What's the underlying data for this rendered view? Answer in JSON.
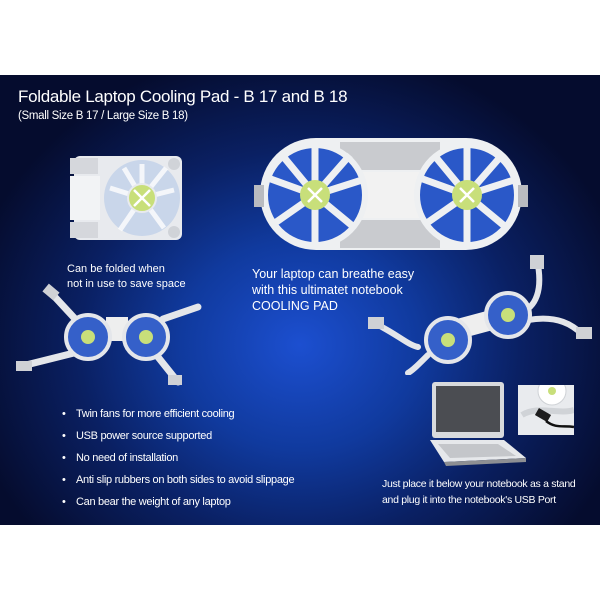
{
  "header": {
    "title": "Foldable Laptop Cooling Pad - B 17 and B 18",
    "subtitle": "(Small Size B 17 / Large Size B 18)"
  },
  "captions": {
    "folded_line1": "Can be folded when",
    "folded_line2": "not in use to save space",
    "breathe_line1": "Your laptop can breathe easy",
    "breathe_line2": "with this ultimatet notebook",
    "breathe_line3": "COOLING PAD",
    "usage_line1": "Just place it below your notebook as a stand",
    "usage_line2": "and  plug it into the notebook's USB Port"
  },
  "features": [
    "Twin fans for more efficient cooling",
    "USB power source supported",
    "No need of installation",
    "Anti slip rubbers on both sides to avoid slippage",
    "Can bear the weight of any laptop"
  ],
  "images": {
    "folded_pad": "folded-cooling-pad-photo",
    "twin_fan_top": "twin-fan-cooling-pad-photo",
    "stand_left": "cooling-pad-stand-legs-photo",
    "stand_right": "cooling-pad-stand-curved-legs-photo",
    "laptop": "laptop-photo",
    "usb_inset": "usb-plug-inset-photo"
  },
  "colors": {
    "background_center": "#1c4fd0",
    "background_edge": "#050c2e",
    "text": "#ffffff",
    "fan_hub": "#c8df7a"
  }
}
